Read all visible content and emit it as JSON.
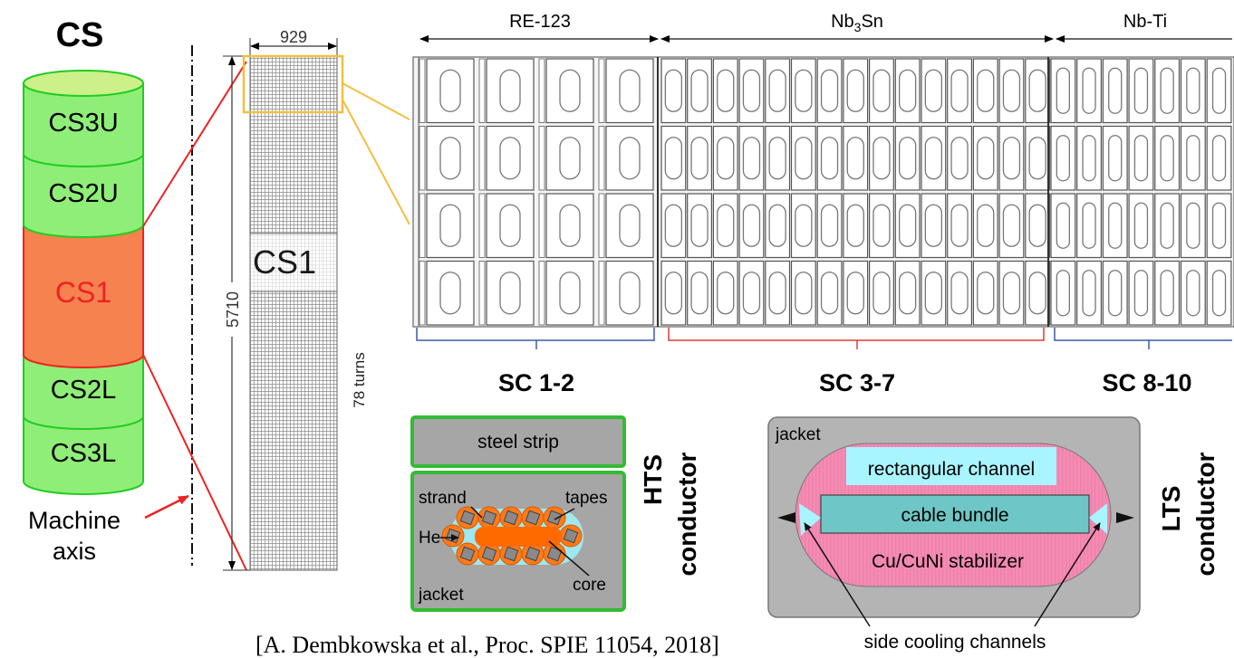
{
  "cs_stack": {
    "title": "CS",
    "modules": [
      "CS3U",
      "CS2U",
      "CS1",
      "CS2L",
      "CS3L"
    ],
    "highlighted_module": "CS1",
    "axis_label_line1": "Machine",
    "axis_label_line2": "axis",
    "colors": {
      "module": "#8fee78",
      "top": "#ccf08a",
      "highlight": "#f5824f",
      "highlight_text": "#ee2222",
      "outline": "#22cc22",
      "accent_line": "#ee2222"
    }
  },
  "cs1_section": {
    "width_label": "929",
    "height_label": "5710",
    "name": "CS1",
    "turns_label": "78 turns"
  },
  "detail": {
    "materials": [
      {
        "label": "RE-123"
      },
      {
        "label": "Nb",
        "sub": "3",
        "tail": "Sn"
      },
      {
        "label": "Nb-Ti"
      }
    ],
    "sections": [
      {
        "label": "SC 1-2",
        "color": "#3c5aa6"
      },
      {
        "label": "SC 3-7",
        "color": "#dd3b3b"
      },
      {
        "label": "SC 8-10",
        "color": "#3c5aa6"
      }
    ],
    "grid_rows": 4,
    "zoom_color": "#f0c040"
  },
  "hts": {
    "steel_strip": "steel strip",
    "strand": "strand",
    "tapes": "tapes",
    "he": "He",
    "core": "core",
    "jacket": "jacket",
    "title_line1": "HTS",
    "title_line2": "conductor",
    "colors": {
      "frame": "#33bb33",
      "fill": "#a6a6a6",
      "core": "#ff6a00",
      "coolant": "#9fe8f0"
    }
  },
  "lts": {
    "jacket": "jacket",
    "rect_channel": "rectangular channel",
    "cable_bundle": "cable bundle",
    "stabilizer": "Cu/CuNi stabilizer",
    "side_channels": "side cooling channels",
    "title_line1": "LTS",
    "title_line2": "conductor",
    "colors": {
      "jacket": "#b4b4b4",
      "stabilizer": "#f48cb4",
      "channel": "#a8f4ff",
      "bundle": "#6fc6c6"
    }
  },
  "citation": "[A. Dembkowska et al., Proc. SPIE 11054, 2018]"
}
